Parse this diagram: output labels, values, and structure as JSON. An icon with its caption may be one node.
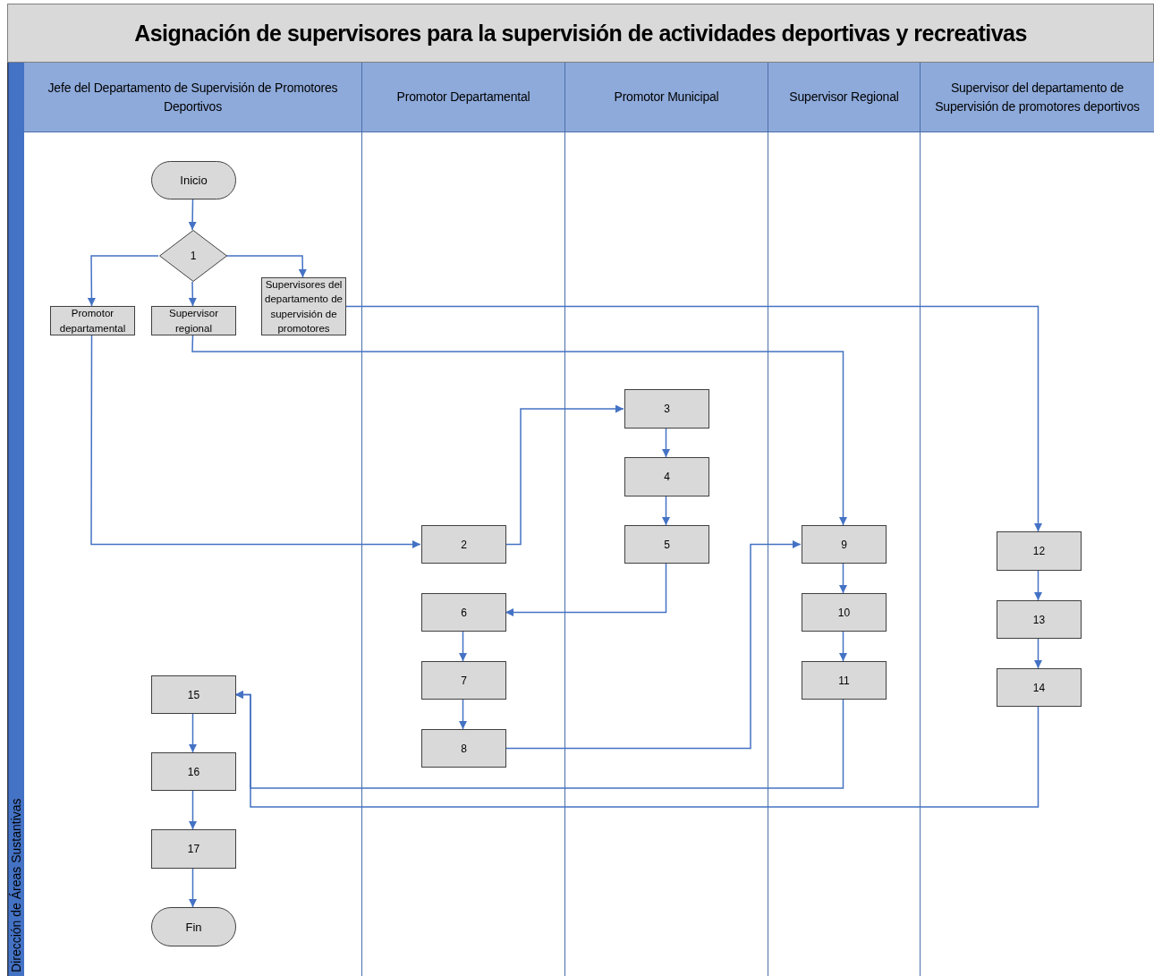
{
  "diagram": {
    "title": "Asignación de supervisores para la supervisión de actividades deportivas y recreativas",
    "nodes": [
      {
        "text": [
          "Dirección de Áreas Sustantivas"
        ]
      },
      {
        "text": [
          "Jefe del Departamento de Supervisión de Promotores Deportivos"
        ],
        "in": 0
      },
      {
        "text": [
          "Promotor Departamental"
        ],
        "in": 0
      },
      {
        "text": [
          "Promotor Municipal"
        ],
        "in": 0
      },
      {
        "text": [
          "Supervisor Regional"
        ],
        "in": 0
      },
      {
        "text": [
          "Supervisor del departamento de Supervisión de promotores deportivos"
        ],
        "in": 0
      },
      {
        "text": [
          "Inicio"
        ],
        "in": 1
      },
      {
        "text": [
          "1"
        ],
        "in": 1
      },
      {
        "text": [
          "Promotor departamental"
        ],
        "in": 1
      },
      {
        "text": [
          "Supervisor regional"
        ],
        "in": 1
      },
      {
        "text": [
          "Supervisores del departamento de supervisión de promotores"
        ],
        "in": 1
      },
      {
        "text": [
          "2"
        ],
        "in": 2
      },
      {
        "text": [
          "3"
        ],
        "in": 3
      },
      {
        "text": [
          "4"
        ],
        "in": 3
      },
      {
        "text": [
          "5"
        ],
        "in": 3
      },
      {
        "text": [
          "6"
        ],
        "in": 2
      },
      {
        "text": [
          "7"
        ],
        "in": 2
      },
      {
        "text": [
          "8"
        ],
        "in": 2
      },
      {
        "text": [
          "9"
        ],
        "in": 4
      },
      {
        "text": [
          "10"
        ],
        "in": 4
      },
      {
        "text": [
          "11"
        ],
        "in": 4
      },
      {
        "text": [
          "12"
        ],
        "in": 5
      },
      {
        "text": [
          "13"
        ],
        "in": 5
      },
      {
        "text": [
          "14"
        ],
        "in": 5
      },
      {
        "text": [
          "15"
        ],
        "in": 1
      },
      {
        "text": [
          "16"
        ],
        "in": 1
      },
      {
        "text": [
          "17"
        ],
        "in": 1
      },
      {
        "text": [
          "Fin"
        ],
        "in": 1
      }
    ],
    "edges": [
      {
        "from": 6,
        "to": 7,
        "arrow": "to"
      },
      {
        "from": 7,
        "to": 8,
        "arrow": "to"
      },
      {
        "from": 7,
        "to": 9,
        "arrow": "to"
      },
      {
        "from": 7,
        "to": 10,
        "arrow": "to"
      },
      {
        "from": 8,
        "to": 11,
        "arrow": "to"
      },
      {
        "from": 9,
        "to": 18,
        "arrow": "to"
      },
      {
        "from": 10,
        "to": 21,
        "arrow": "to"
      },
      {
        "from": 11,
        "to": 12,
        "arrow": "to"
      },
      {
        "from": 12,
        "to": 13,
        "arrow": "to"
      },
      {
        "from": 13,
        "to": 14,
        "arrow": "to"
      },
      {
        "from": 14,
        "to": 15,
        "arrow": "to"
      },
      {
        "from": 15,
        "to": 16,
        "arrow": "to"
      },
      {
        "from": 16,
        "to": 17,
        "arrow": "to"
      },
      {
        "from": 17,
        "to": 18,
        "arrow": "to"
      },
      {
        "from": 18,
        "to": 19,
        "arrow": "to"
      },
      {
        "from": 19,
        "to": 20,
        "arrow": "to"
      },
      {
        "from": 20,
        "to": 24,
        "arrow": "to"
      },
      {
        "from": 21,
        "to": 22,
        "arrow": "to"
      },
      {
        "from": 22,
        "to": 23,
        "arrow": "to"
      },
      {
        "from": 23,
        "to": 24,
        "arrow": "to"
      },
      {
        "from": 24,
        "to": 25,
        "arrow": "to"
      },
      {
        "from": 25,
        "to": 26,
        "arrow": "to"
      },
      {
        "from": 26,
        "to": 27,
        "arrow": "to"
      }
    ]
  }
}
